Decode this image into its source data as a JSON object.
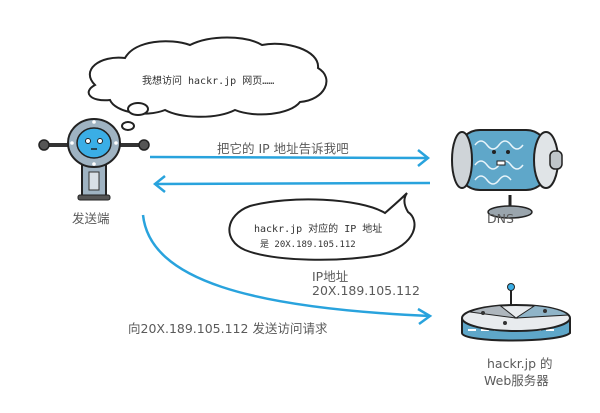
{
  "diagram": {
    "colors": {
      "arrow": "#29a3dd",
      "outline": "#222222",
      "screen": "#3aaee6",
      "body": "#9fb3c2",
      "dns_pattern": "#5fa7c9"
    },
    "nodes": {
      "sender": {
        "label": "发送端",
        "icon": "robot-icon"
      },
      "dns": {
        "label": "DNS",
        "icon": "dns-server-icon"
      },
      "web_server": {
        "label_line1": "hackr.jp 的",
        "label_line2": "Web服务器",
        "icon": "web-server-icon"
      }
    },
    "thought_bubble": {
      "text": "我想访问 hackr.jp 网页……"
    },
    "dns_reply_bubble": {
      "line1": "hackr.jp 对应的 IP 地址",
      "line2": "是 20X.189.105.112"
    },
    "edges": {
      "ask_dns": {
        "label": "把它的 IP 地址告诉我吧",
        "direction": "sender→dns"
      },
      "dns_reply": {
        "direction": "dns→sender"
      },
      "ip_result": {
        "line1": "IP地址",
        "line2": "20X.189.105.112"
      },
      "request_web": {
        "label": "向20X.189.105.112 发送访问请求",
        "direction": "sender→web_server"
      }
    }
  }
}
